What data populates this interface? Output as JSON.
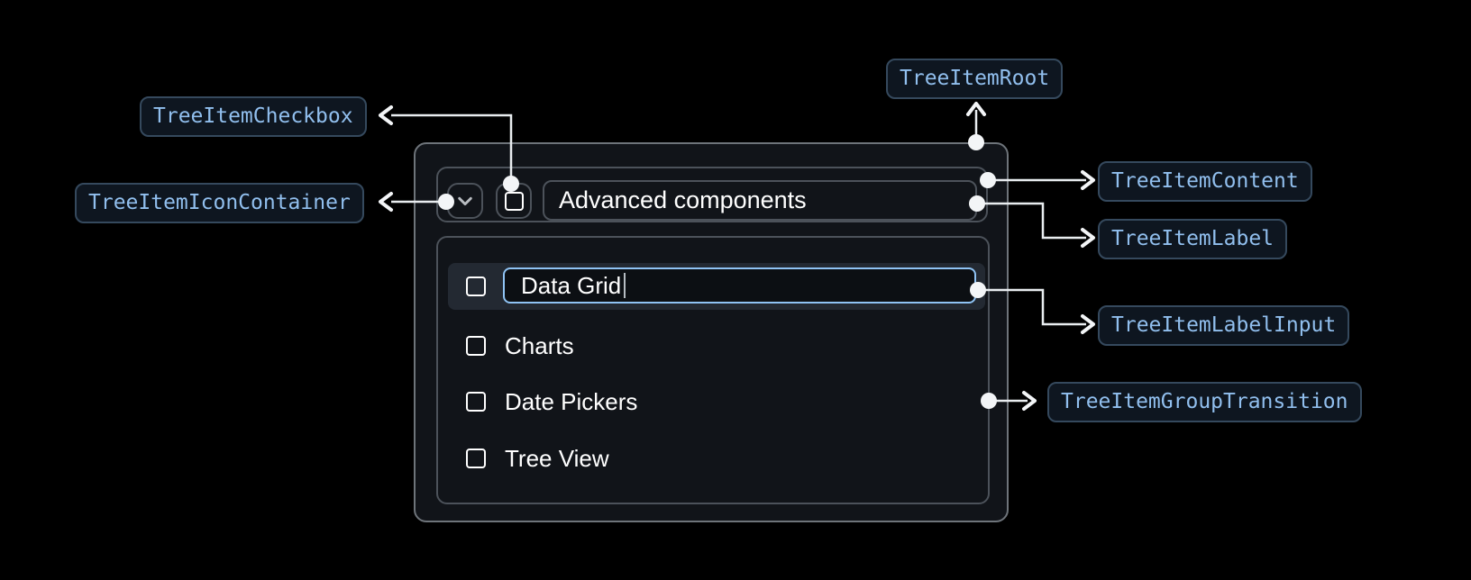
{
  "annotations": {
    "tree_item_root": "TreeItemRoot",
    "tree_item_checkbox": "TreeItemCheckbox",
    "tree_item_icon_container": "TreeItemIconContainer",
    "tree_item_content": "TreeItemContent",
    "tree_item_label": "TreeItemLabel",
    "tree_item_label_input": "TreeItemLabelInput",
    "tree_item_group_transition": "TreeItemGroupTransition"
  },
  "tree": {
    "parent_item": {
      "label": "Advanced components",
      "expanded": true,
      "checked": false
    },
    "editing_item": {
      "input_value": "Data Grid",
      "checked": false
    },
    "child_items": [
      {
        "label": "Charts",
        "checked": false
      },
      {
        "label": "Date Pickers",
        "checked": false
      },
      {
        "label": "Tree View",
        "checked": false
      }
    ]
  },
  "icons": {
    "expand_icon": "chevron-down",
    "checkbox_icon": "unchecked-square"
  },
  "colors": {
    "page_bg": "#000000",
    "annotation_text": "#91bfee",
    "annotation_bg": "#0e1620",
    "annotation_border": "#35495d",
    "component_border": "#4c525a",
    "root_border": "#6e747a",
    "focus_ring": "#8fc3f4",
    "selected_row_bg": "#232932",
    "connector": "#eef1f3",
    "text": "#ffffff"
  }
}
